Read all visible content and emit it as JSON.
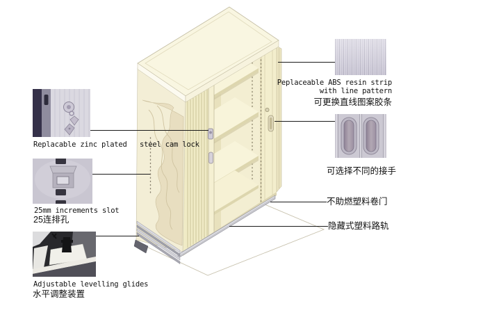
{
  "labels": {
    "cam_lock": "Replacable zinc plated   steel cam lock",
    "slot_en": "25mm increments slot",
    "slot_zh": "25连排孔",
    "glides_en": "Adjustable levelling glides",
    "glides_zh": "水平调整装置",
    "abs_strip_en_1": "Peplaceable ABS resin strip",
    "abs_strip_en_2": "with line pattern",
    "abs_strip_zh": "可更换直线图案胶条",
    "handles_zh": "可选择不同的接手",
    "door_zh": "不助燃塑料卷门",
    "track_zh": "隐藏式塑料路轨"
  },
  "colors": {
    "callout_line": "#1a1a1a",
    "text": "#111111",
    "cabinet_cream": "#f9f6e1",
    "cabinet_shadow": "#ddd6ae",
    "cutaway_beige": "#e8dec0",
    "metal_silver": "#c7c7cd",
    "photo_lavender": "#d6d4de",
    "photo_dark_navy": "#353149"
  }
}
